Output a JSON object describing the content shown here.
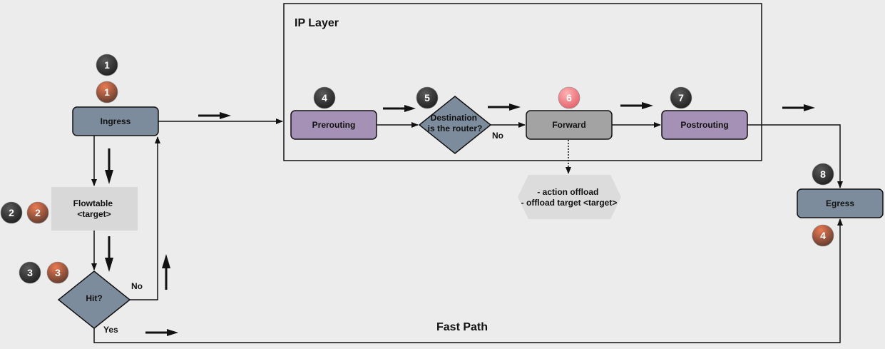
{
  "ip_layer": {
    "title": "IP Layer"
  },
  "nodes": {
    "ingress": "Ingress",
    "flowtable": [
      "Flowtable",
      "<target>"
    ],
    "hit": "Hit?",
    "prerouting": "Prerouting",
    "destination": [
      "Destination",
      "is the router?"
    ],
    "forward": "Forward",
    "postrouting": "Postrouting",
    "egress": "Egress",
    "offload": [
      "- action offload",
      "- offload target <target>"
    ]
  },
  "edge_labels": {
    "hit_no": "No",
    "hit_yes": "Yes",
    "destination_no": "No"
  },
  "fast_path_label": "Fast Path",
  "step_badges": {
    "ingress_dark": "1",
    "ingress_orange": "1",
    "flowtable_dark": "2",
    "flowtable_orange": "2",
    "hit_dark": "3",
    "hit_orange": "3",
    "prerouting": "4",
    "destination": "5",
    "forward": "6",
    "postrouting": "7",
    "egress_dark": "8",
    "egress_orange": "4"
  },
  "colors": {
    "background": "#ececec",
    "hook_gray_blue": "#7d8c9c",
    "hook_purple": "#a591b5",
    "forward_gray": "#a3a3a3",
    "flowtable_fill": "#d8d8d8",
    "offload_fill": "#dcdcdc",
    "badge_dark": "#2e2e2e",
    "badge_orange": "#b5593a",
    "badge_pink": "#f07f84"
  }
}
